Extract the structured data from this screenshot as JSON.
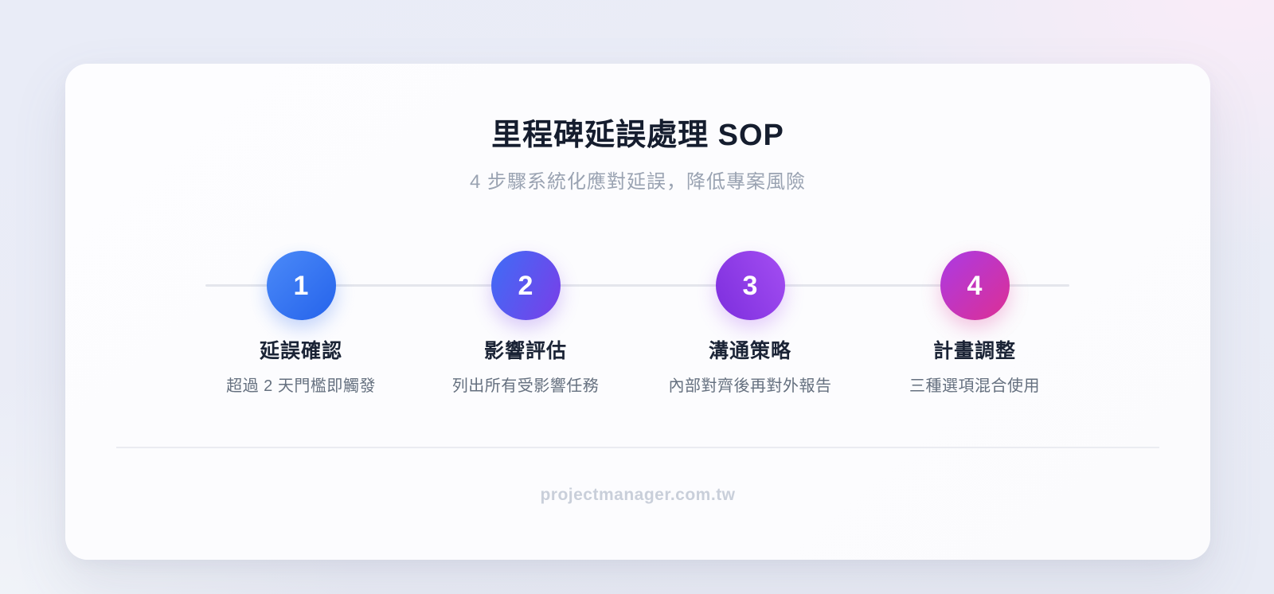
{
  "page": {
    "background": {
      "base_color": "#e9ecf7",
      "tint_top_right": "#faecf8",
      "tint_bottom_left": "#f1f4f9"
    }
  },
  "card": {
    "title": "里程碑延誤處理 SOP",
    "subtitle": "4 步驟系統化應對延誤，降低專案風險",
    "footer": "projectmanager.com.tw",
    "colors": {
      "card_bg": "#fcfcfe",
      "title_text": "#151d2e",
      "subtitle_text": "#9aa3b2",
      "step_title_text": "#1b2436",
      "step_desc_text": "#65707f",
      "footer_text": "#c9cfda",
      "connector_line": "#e4e6ec",
      "divider": "#ebecf1"
    },
    "steps": [
      {
        "number": "1",
        "title": "延誤確認",
        "description": "超過 2 天門檻即觸發",
        "gradient_from": "#4b8af8",
        "gradient_to": "#2563eb",
        "gradient_angle": 135
      },
      {
        "number": "2",
        "title": "影響評估",
        "description": "列出所有受影響任務",
        "gradient_from": "#3e6df6",
        "gradient_to": "#7a3ee8",
        "gradient_angle": 115
      },
      {
        "number": "3",
        "title": "溝通策略",
        "description": "內部對齊後再對外報告",
        "gradient_from": "#7c2edd",
        "gradient_to": "#a44ef2",
        "gradient_angle": 60
      },
      {
        "number": "4",
        "title": "計畫調整",
        "description": "三種選項混合使用",
        "gradient_from": "#ab3ae4",
        "gradient_to": "#dd2f94",
        "gradient_angle": 135
      }
    ]
  }
}
